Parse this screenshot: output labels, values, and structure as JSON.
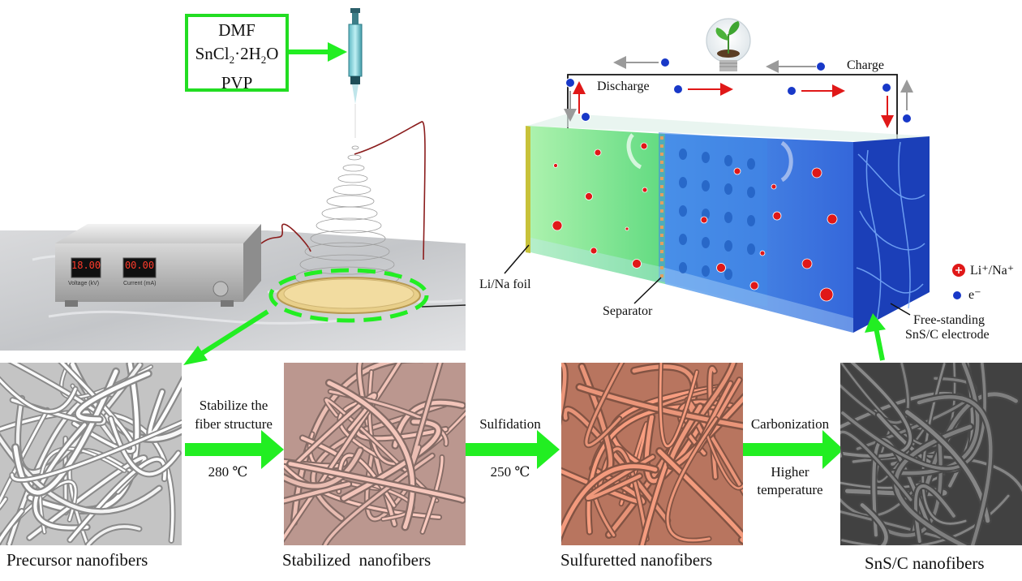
{
  "precursor_solution": {
    "line1": "DMF",
    "line2_main": "SnCl",
    "line2_sub": "2",
    "line2_mid": "·2H",
    "line2_sub2": "2",
    "line2_end": "O",
    "line3": "PVP"
  },
  "power_supply": {
    "voltage_display": "18.00",
    "current_display": "00.00",
    "voltage_label": "Voltage (kV)",
    "current_label": "Current (mA)"
  },
  "battery": {
    "discharge_label": "Discharge",
    "charge_label": "Charge",
    "anode_label": "Li/Na foil",
    "separator_label": "Separator",
    "cathode_label_line1": "Free-standing",
    "cathode_label_line2": "SnS/C electrode",
    "legend_ion": "Li⁺/Na⁺",
    "legend_electron": "e⁻"
  },
  "steps": [
    {
      "line1": "Stabilize the",
      "line2": "fiber structure",
      "below": "280 ℃"
    },
    {
      "line1": "Sulfidation",
      "line2": "",
      "below": "250 ℃"
    },
    {
      "line1": "Carbonization",
      "line2": "",
      "below_line1": "Higher",
      "below_line2": "temperature"
    }
  ],
  "panels": [
    {
      "caption": "Precursor nanofibers",
      "color": "#e6e6e6"
    },
    {
      "caption": "Stabilized  nanofibers",
      "color": "#dcb2a8"
    },
    {
      "caption": "Sulfuretted nanofibers",
      "color": "#d98a70"
    },
    {
      "caption": "SnS/C nanofibers",
      "color": "#777777"
    }
  ],
  "colors": {
    "arrow_green": "#22ee22",
    "electrolyte_left": "#4ee86e",
    "electrolyte_right": "#2a6fe0",
    "ion_red": "#e01818",
    "electron_blue": "#1838c8"
  }
}
